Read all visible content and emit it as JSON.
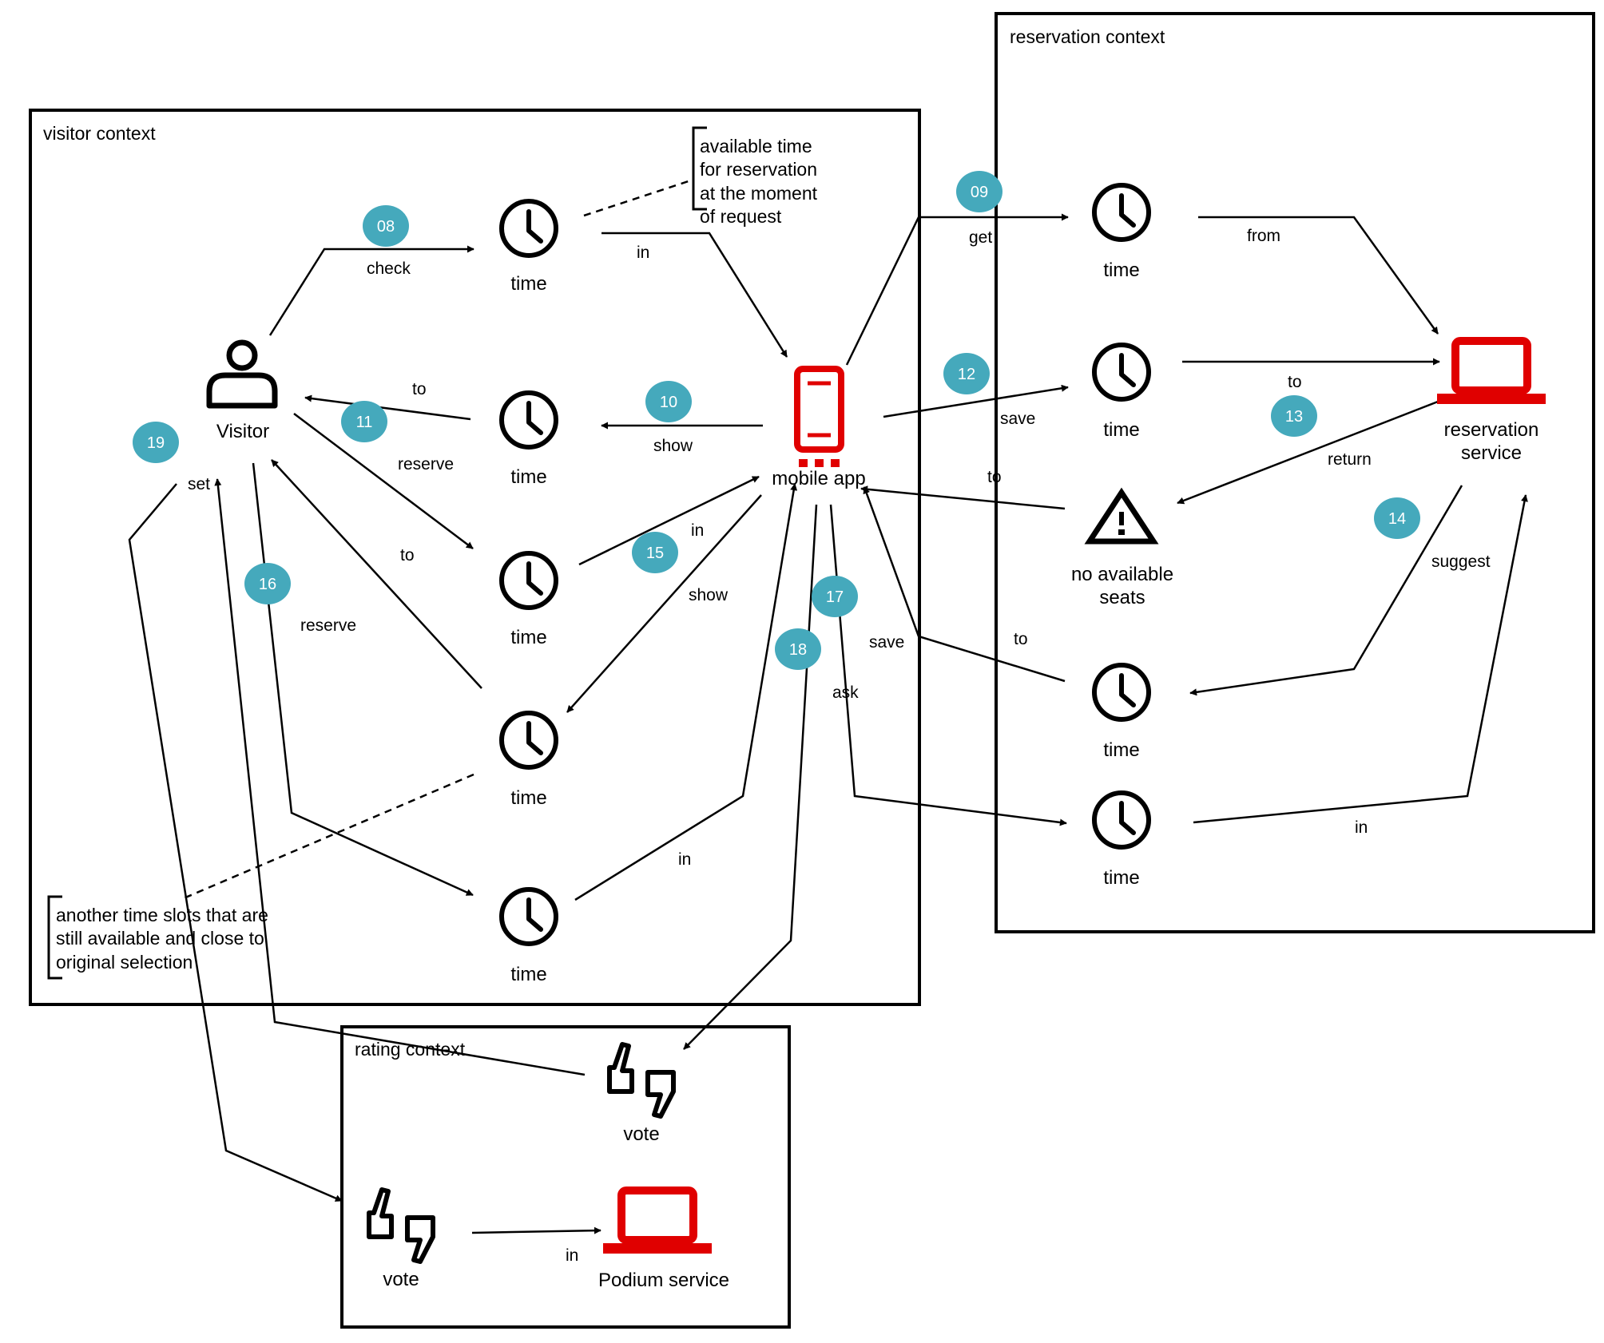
{
  "contexts": {
    "visitor": "visitor context",
    "reservation": "reservation context",
    "rating": "rating context"
  },
  "nodes": {
    "visitor": "Visitor",
    "mobile_app": "mobile app",
    "reservation_service": [
      "reservation",
      "service"
    ],
    "podium_service": "Podium service",
    "no_seats": [
      "no available",
      "seats"
    ],
    "time": "time",
    "vote": "vote"
  },
  "notes": {
    "available_time": [
      "available time",
      "for reservation",
      "at the moment",
      "of request"
    ],
    "other_slots": [
      "another time slots that are",
      "still available and close to",
      "original selection"
    ]
  },
  "edge_labels": {
    "check": "check",
    "in": "in",
    "get": "get",
    "from": "from",
    "to": "to",
    "show": "show",
    "reserve": "reserve",
    "save": "save",
    "return": "return",
    "suggest": "suggest",
    "ask": "ask",
    "set": "set"
  },
  "steps": [
    "08",
    "09",
    "10",
    "11",
    "12",
    "13",
    "14",
    "15",
    "16",
    "17",
    "18",
    "19"
  ],
  "colors": {
    "accent_red": "#e00000",
    "step_teal": "#45a9bc",
    "line": "#000000"
  },
  "icons": {
    "actor": "person-icon",
    "time": "clock-icon",
    "phone": "mobile-phone-icon",
    "service": "laptop-icon",
    "warning": "warning-triangle-icon",
    "vote": "thumbs-up-down-icon"
  }
}
